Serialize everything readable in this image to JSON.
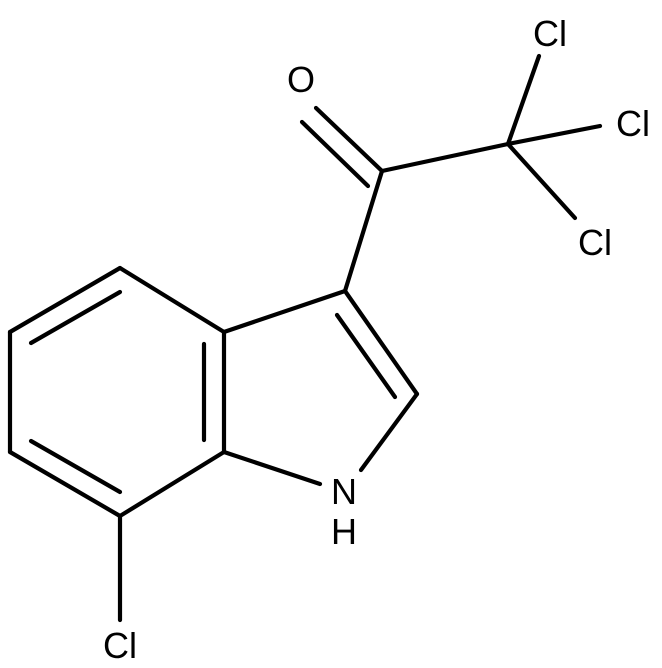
{
  "molecule": {
    "atoms": {
      "oxygen": "O",
      "cl_top": "Cl",
      "cl_right": "Cl",
      "cl_lower": "Cl",
      "nitrogen": "N",
      "hydrogen": "H",
      "cl_ring": "Cl"
    },
    "colors": {
      "bond": "#000000",
      "label": "#000000",
      "background": "#ffffff"
    }
  }
}
